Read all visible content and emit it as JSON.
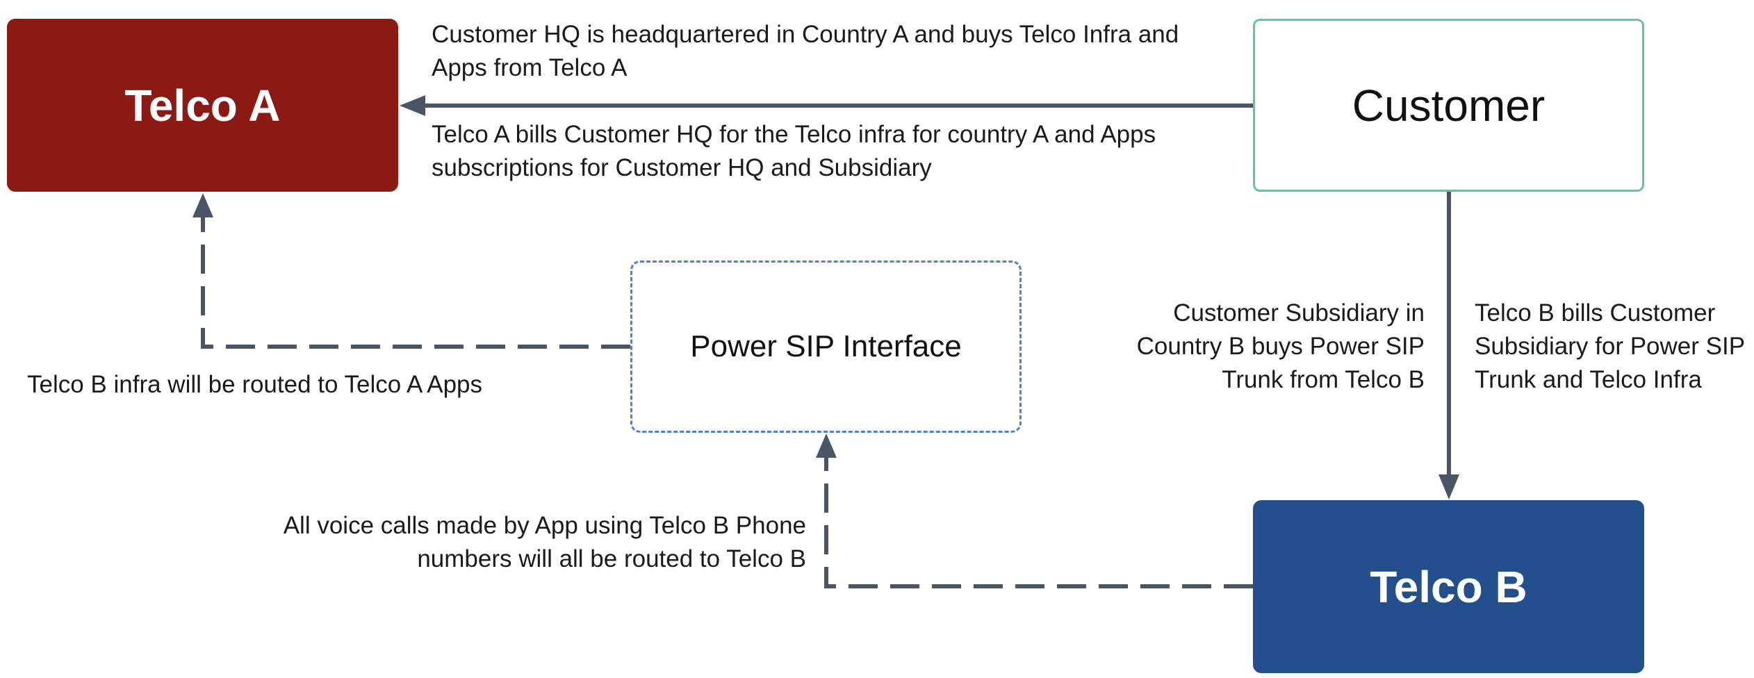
{
  "colors": {
    "telco_a": "#8b1a14",
    "telco_b": "#23508c",
    "customer_border": "#5cc8a8",
    "sip_border": "#4f7fdd",
    "arrow": "#4a5568",
    "box_text": "#ffffff"
  },
  "nodes": {
    "telco_a": "Telco A",
    "customer": "Customer",
    "power_sip": "Power SIP Interface",
    "telco_b": "Telco B"
  },
  "labels": {
    "customer_to_telco_a_top": [
      "Customer HQ is headquartered in Country A and buys Telco Infra and",
      "Apps from Telco A"
    ],
    "customer_to_telco_a_bottom": [
      "Telco A bills Customer HQ for the Telco infra for country A and Apps",
      "subscriptions for Customer HQ and Subsidiary"
    ],
    "sip_to_telco_a": [
      "Telco B infra will be routed to Telco A Apps"
    ],
    "customer_to_telco_b_left": [
      "Customer Subsidiary in",
      "Country B buys Power SIP",
      "Trunk from Telco B"
    ],
    "customer_to_telco_b_right": [
      "Telco B bills Customer",
      "Subsidiary for Power SIP",
      "Trunk and Telco Infra"
    ],
    "telco_b_to_sip": [
      "All voice calls made by App using Telco B Phone",
      "numbers will all be routed to Telco B"
    ]
  }
}
